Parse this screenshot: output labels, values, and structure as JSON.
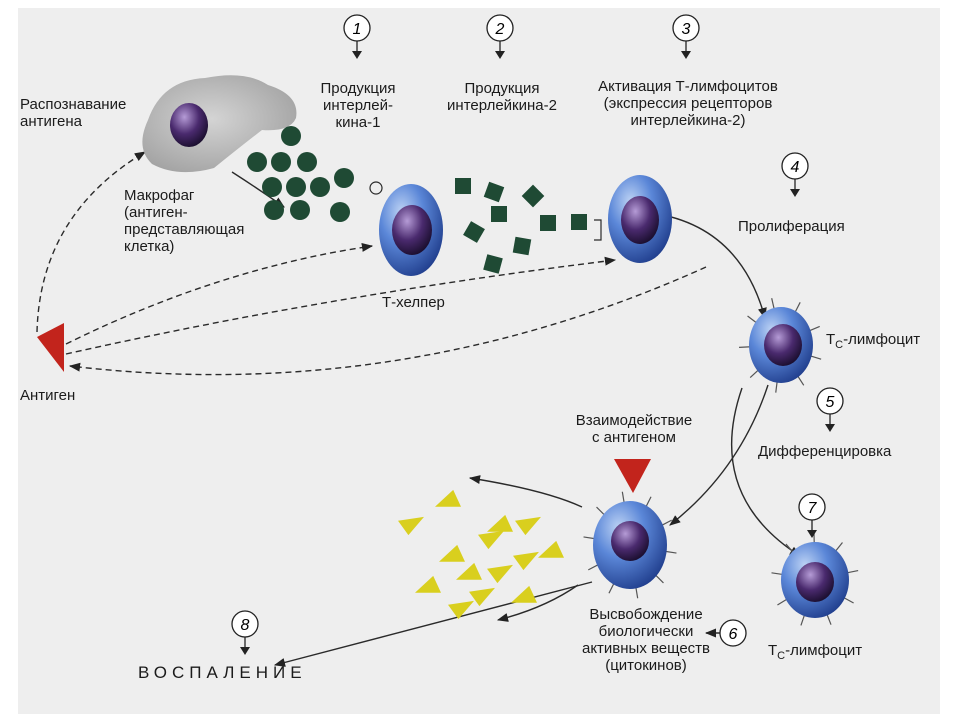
{
  "steps": [
    {
      "n": "1",
      "label": "Продукция\nинтерлей-\nкина-1"
    },
    {
      "n": "2",
      "label": "Продукция\nинтерлейкина-2"
    },
    {
      "n": "3",
      "label": "Активация Т-лимфоцитов\n(экспрессия рецепторов\nинтерлейкина-2)"
    },
    {
      "n": "4",
      "label": "Пролиферация"
    },
    {
      "n": "5",
      "label": "Дифференцировка"
    },
    {
      "n": "6",
      "label": "Высвобождение\nбиологически\nактивных веществ\n(цитокинов)"
    },
    {
      "n": "7"
    },
    {
      "n": "8",
      "label": "ВОСПАЛЕНИЕ"
    }
  ],
  "labels": {
    "recognition": "Распознавание\nантигена",
    "macrophage": "Макрофаг\n(антиген-\nпредставляющая\nклетка)",
    "antigen": "Антиген",
    "t_helper": "Т-хелпер",
    "tc_prefix": "Т",
    "tc_sub": "С",
    "tc_suffix": "-лимфоцит",
    "interaction": "Взаимодействие\nс антигеном"
  },
  "colors": {
    "cell_blue": "#3f6ec9",
    "nucleus": "#4a2a6e",
    "il1": "#1f4a34",
    "il2": "#1f4a34",
    "antigen_red": "#c2241c",
    "cytokine_yellow": "#d9cf1e",
    "macrophage_grey": "#a9a9a9"
  }
}
